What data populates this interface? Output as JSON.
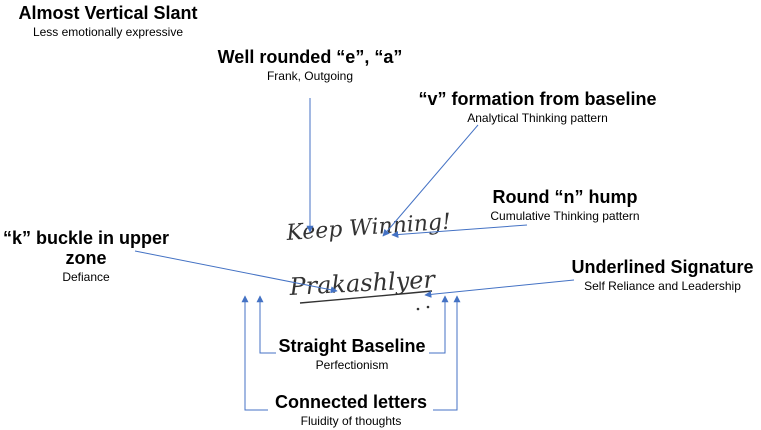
{
  "annotations": {
    "slant": {
      "title": "Almost Vertical Slant",
      "subtitle": "Less emotionally expressive"
    },
    "rounded": {
      "title": "Well rounded “e”, “a”",
      "subtitle": "Frank, Outgoing"
    },
    "v_formation": {
      "title": "“v” formation from baseline",
      "subtitle": "Analytical Thinking pattern"
    },
    "n_hump": {
      "title": "Round “n” hump",
      "subtitle": "Cumulative Thinking pattern"
    },
    "k_buckle": {
      "title": "“k” buckle in upper zone",
      "subtitle": "Defiance"
    },
    "underlined": {
      "title": "Underlined Signature",
      "subtitle": "Self Reliance and Leadership"
    },
    "baseline": {
      "title": "Straight Baseline",
      "subtitle": "Perfectionism"
    },
    "connected": {
      "title": "Connected letters",
      "subtitle": "Fluidity of thoughts"
    }
  },
  "handwriting": {
    "line1": "Keep Winning!",
    "signature": "Prakashlyer"
  },
  "colors": {
    "arrow": "#4472c4",
    "ink": "#333333"
  }
}
